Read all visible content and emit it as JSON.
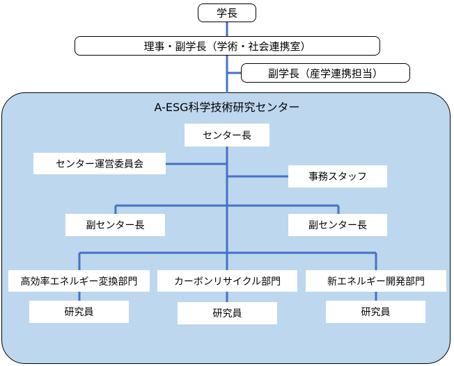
{
  "org": {
    "president": "学長",
    "director_vp": "理事・副学長（学術・社会連携室）",
    "vp_industry": "副学長（産学連携担当）",
    "center_name": "A-ESG科学技術研究センター",
    "center_head": "センター長",
    "steering_committee": "センター運営委員会",
    "office_staff": "事務スタッフ",
    "deputy_left": "副センター長",
    "deputy_right": "副センター長",
    "dept_1": "高効率エネルギー変換部門",
    "dept_2": "カーボンリサイクル部門",
    "dept_3": "新エネルギー開発部門",
    "researcher_1": "研究員",
    "researcher_2": "研究員",
    "researcher_3": "研究員"
  },
  "colors": {
    "panel_fill": "#bdd7ee",
    "connector": "#4472c4",
    "box_fill": "#ffffff"
  }
}
